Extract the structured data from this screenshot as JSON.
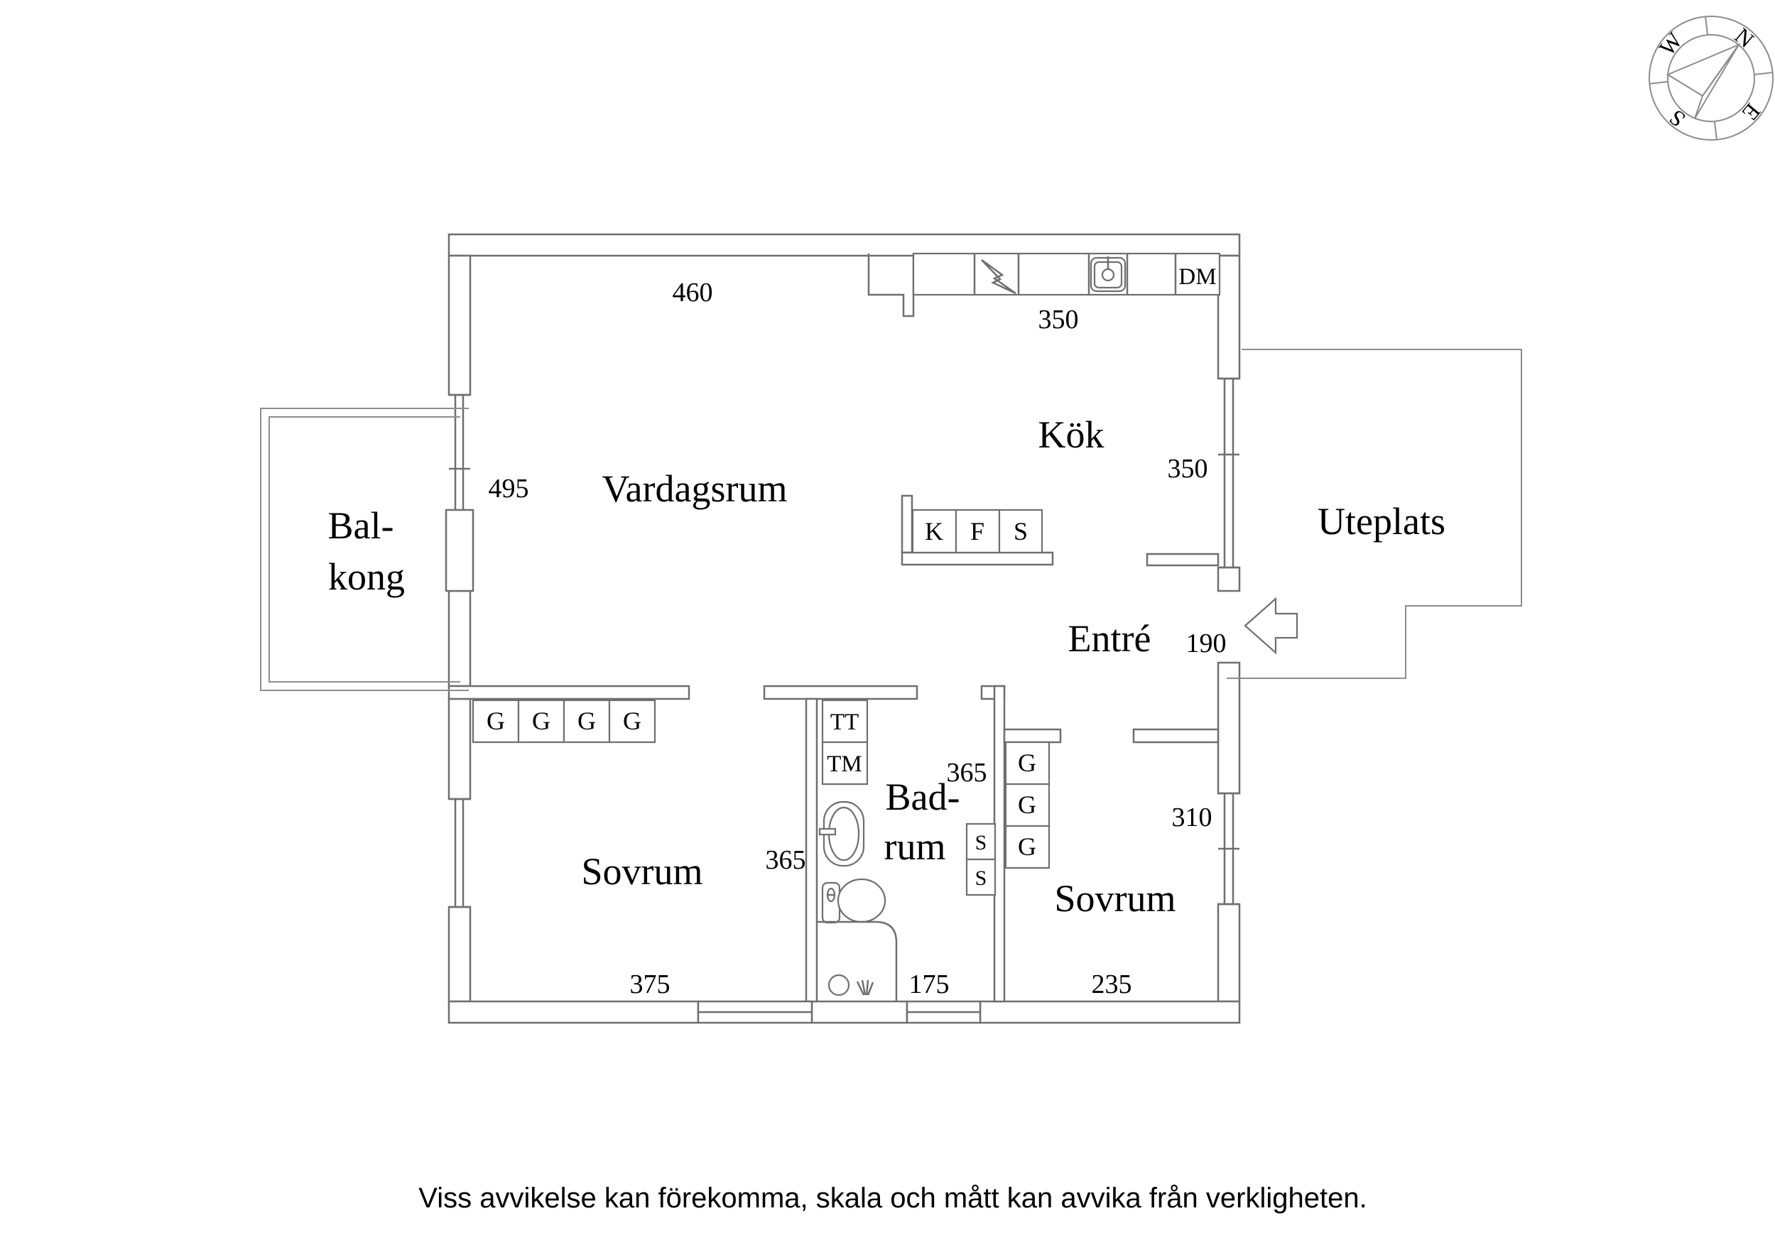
{
  "compass": {
    "north": "N",
    "east": "E",
    "south": "S",
    "west": "W"
  },
  "rooms": {
    "vardagsrum": {
      "name": "Vardagsrum",
      "width_top": "460",
      "depth_left": "495"
    },
    "kok": {
      "name": "Kök",
      "width_top": "350",
      "depth_right": "350"
    },
    "balkong": {
      "name_line1": "Bal-",
      "name_line2": "kong"
    },
    "uteplats": {
      "name": "Uteplats"
    },
    "entre": {
      "name": "Entré",
      "width": "190"
    },
    "sovrum_left": {
      "name": "Sovrum",
      "depth_right": "365",
      "width_bottom": "375"
    },
    "badrum": {
      "name_line1": "Bad-",
      "name_line2": "rum",
      "depth_top": "365",
      "width_bottom": "175"
    },
    "sovrum_right": {
      "name": "Sovrum",
      "depth_right": "310",
      "width_bottom": "235"
    }
  },
  "fixtures": {
    "dishwasher": "DM",
    "fridge": "K",
    "freezer": "F",
    "pantry": "S",
    "wardrobe": "G",
    "dryer": "TT",
    "washer": "TM",
    "shelf": "S"
  },
  "footer": {
    "disclaimer": "Viss avvikelse kan förekomma, skala och mått kan avvika från verkligheten."
  }
}
